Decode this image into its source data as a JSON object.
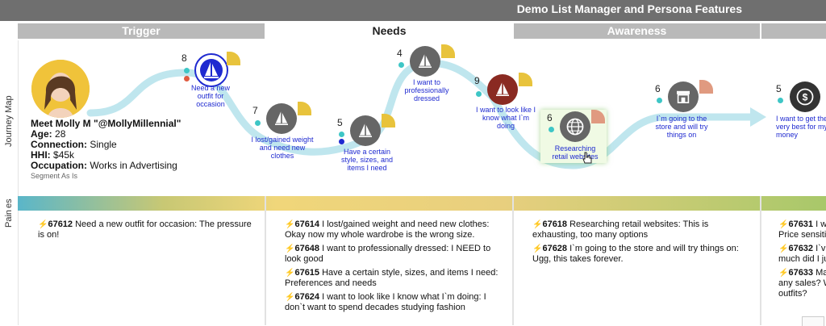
{
  "header": {
    "title": "Demo List Manager and Persona Features"
  },
  "stages": [
    "Trigger",
    "Needs",
    "Awareness"
  ],
  "side_labels": {
    "journey": "Journey Map",
    "emotions": "es",
    "pain": "Pain"
  },
  "persona": {
    "name": "Meet Molly M \"@MollyMillennial\"",
    "age_label": "Age:",
    "age": "28",
    "connection_label": "Connection:",
    "connection": "Single",
    "hhi_label": "HHI:",
    "hhi": "$45k",
    "occupation_label": "Occupation:",
    "occupation": "Works in Advertising",
    "segment": "Segment As Is"
  },
  "journey_nodes": [
    {
      "count": "8",
      "caption": "Need a new outfit for occasion",
      "icon": "sailboat-icon"
    },
    {
      "count": "7",
      "caption": "I lost/gained weight and need new clothes",
      "icon": "sailboat-icon"
    },
    {
      "count": "5",
      "caption": "Have a certain style, sizes, and items I need",
      "icon": "sailboat-icon"
    },
    {
      "count": "4",
      "caption": "I want to professionally dressed",
      "icon": "sailboat-icon"
    },
    {
      "count": "9",
      "caption": "I want to look like I know what I`m doing",
      "icon": "sailboat-icon"
    },
    {
      "count": "6",
      "caption": "Researching retail websites",
      "icon": "globe-icon"
    },
    {
      "count": "6",
      "caption": "I`m going to the store and will try things on",
      "icon": "storefront-icon"
    },
    {
      "count": "5",
      "caption": "I want to get the very best for my money",
      "icon": "dollar-icon"
    }
  ],
  "colors": {
    "accent_blue": "#1f2ad0",
    "flag_yellow": "#e8c33c",
    "flag_salmon": "#e09a80",
    "path_cyan": "#bfe6ee",
    "dot_teal": "#3ec6c6"
  },
  "pain": {
    "col1": [
      {
        "id": "67612",
        "text": "Need a new outfit for occasion: The pressure is on!"
      }
    ],
    "col2": [
      {
        "id": "67614",
        "text": "I lost/gained weight and need new clothes: Okay now my whole wardrobe is the wrong size."
      },
      {
        "id": "67648",
        "text": "I want to professionally dressed: I NEED to look good"
      },
      {
        "id": "67615",
        "text": "Have a certain style, sizes, and items I need: Preferences and needs"
      },
      {
        "id": "67624",
        "text": "I want to look like I know what I`m doing: I don`t want to spend decades studying fashion"
      }
    ],
    "col3": [
      {
        "id": "67618",
        "text": "Researching retail websites: This is exhausting, too many options"
      },
      {
        "id": "67628",
        "text": "I`m going to the store and will try things on: Ugg, this takes forever."
      }
    ],
    "col4": [
      {
        "id": "67631",
        "text": "I w"
      },
      {
        "id": "",
        "text": "Price sensiti"
      },
      {
        "id": "67632",
        "text": "I`v"
      },
      {
        "id": "",
        "text": "much did I ju"
      },
      {
        "id": "67633",
        "text": "Ma"
      },
      {
        "id": "",
        "text": "any sales? W"
      },
      {
        "id": "",
        "text": "outfits?"
      }
    ]
  }
}
